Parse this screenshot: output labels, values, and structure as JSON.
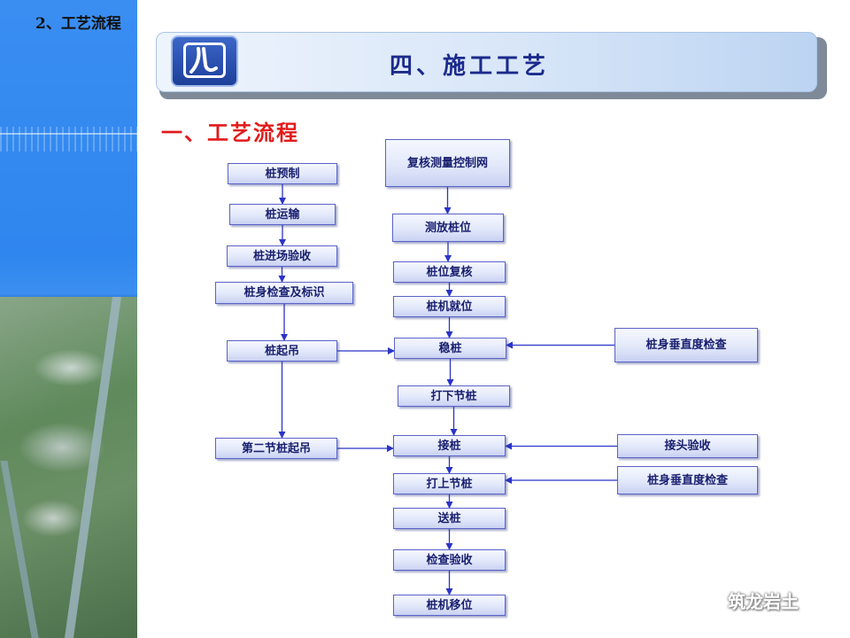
{
  "header_label": "2、工艺流程",
  "banner_title": "四、施工工艺",
  "section_title": "一、工艺流程",
  "left_column": {
    "nodes": [
      {
        "id": "L1",
        "label": "桩预制"
      },
      {
        "id": "L2",
        "label": "桩运输"
      },
      {
        "id": "L3",
        "label": "桩进场验收"
      },
      {
        "id": "L4",
        "label": "桩身检查及标识"
      },
      {
        "id": "L5",
        "label": "桩起吊"
      },
      {
        "id": "L6",
        "label": "第二节桩起吊"
      }
    ]
  },
  "main_column": {
    "nodes": [
      {
        "id": "M1",
        "label": "复核测量控制网"
      },
      {
        "id": "M2",
        "label": "测放桩位"
      },
      {
        "id": "M3",
        "label": "桩位复核"
      },
      {
        "id": "M4",
        "label": "桩机就位"
      },
      {
        "id": "M5",
        "label": "稳桩"
      },
      {
        "id": "M6",
        "label": "打下节桩"
      },
      {
        "id": "M7",
        "label": "接桩"
      },
      {
        "id": "M8",
        "label": "打上节桩"
      },
      {
        "id": "M9",
        "label": "送桩"
      },
      {
        "id": "M10",
        "label": "检查验收"
      },
      {
        "id": "M11",
        "label": "桩机移位"
      }
    ]
  },
  "right_column": {
    "nodes": [
      {
        "id": "R1",
        "label": "桩身垂直度检查"
      },
      {
        "id": "R2",
        "label": "接头验收"
      },
      {
        "id": "R3",
        "label": "桩身垂直度检查"
      }
    ]
  },
  "edges": [
    [
      "L1",
      "L2"
    ],
    [
      "L2",
      "L3"
    ],
    [
      "L3",
      "L4"
    ],
    [
      "L4",
      "L5"
    ],
    [
      "L5",
      "L6"
    ],
    [
      "L5",
      "M5"
    ],
    [
      "L6",
      "M7"
    ],
    [
      "M1",
      "M2"
    ],
    [
      "M2",
      "M3"
    ],
    [
      "M3",
      "M4"
    ],
    [
      "M4",
      "M5"
    ],
    [
      "M5",
      "M6"
    ],
    [
      "M6",
      "M7"
    ],
    [
      "M7",
      "M8"
    ],
    [
      "M8",
      "M9"
    ],
    [
      "M9",
      "M10"
    ],
    [
      "M10",
      "M11"
    ],
    [
      "R1",
      "M5"
    ],
    [
      "R2",
      "M7"
    ],
    [
      "R3",
      "M8"
    ]
  ],
  "watermark": "筑龙岩土",
  "colors": {
    "box_border": "#5a63c8",
    "box_text": "#1a2070",
    "arrow": "#2a34c8",
    "section_title": "#e21b1b",
    "banner_title": "#1b2a8c",
    "sidebar": "#3a8ef2"
  }
}
